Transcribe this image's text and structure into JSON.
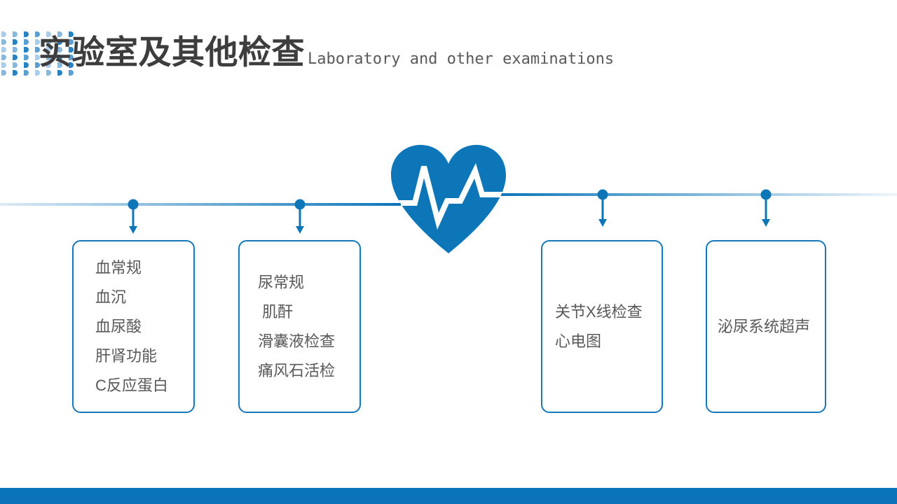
{
  "header": {
    "title": "实验室及其他检查",
    "subtitle": "Laboratory and other examinations"
  },
  "theme": {
    "accent": "#0d76b9",
    "box_border": "#1377bb",
    "text_dark": "#3d3d3d",
    "text_gray": "#595959",
    "line_light": "#dceaf6",
    "line_fade": "#f0f6fb",
    "bottom_bar": "#0b74b8",
    "heart": "#0d76b9"
  },
  "icons": {
    "heart": "heart-with-ecg-pulse-icon"
  },
  "decor": {
    "dot_pattern": {
      "rows": 6,
      "cols": 7,
      "colors": [
        "#a9cdea",
        "#5ba0d4",
        "#2584c5",
        "#86b9dd"
      ]
    }
  },
  "boxes": [
    {
      "name": "blood-tests",
      "lines": [
        "血常规",
        "血沉",
        "血尿酸",
        "肝肾功能",
        "C反应蛋白"
      ]
    },
    {
      "name": "urine-tests",
      "lines": [
        "尿常规",
        " 肌酐",
        "滑囊液检查",
        "痛风石活检"
      ]
    },
    {
      "name": "imaging-tests",
      "lines": [
        "关节X线检查",
        "心电图"
      ]
    },
    {
      "name": "ultrasound-test",
      "lines": [
        "泌尿系统超声"
      ]
    }
  ]
}
